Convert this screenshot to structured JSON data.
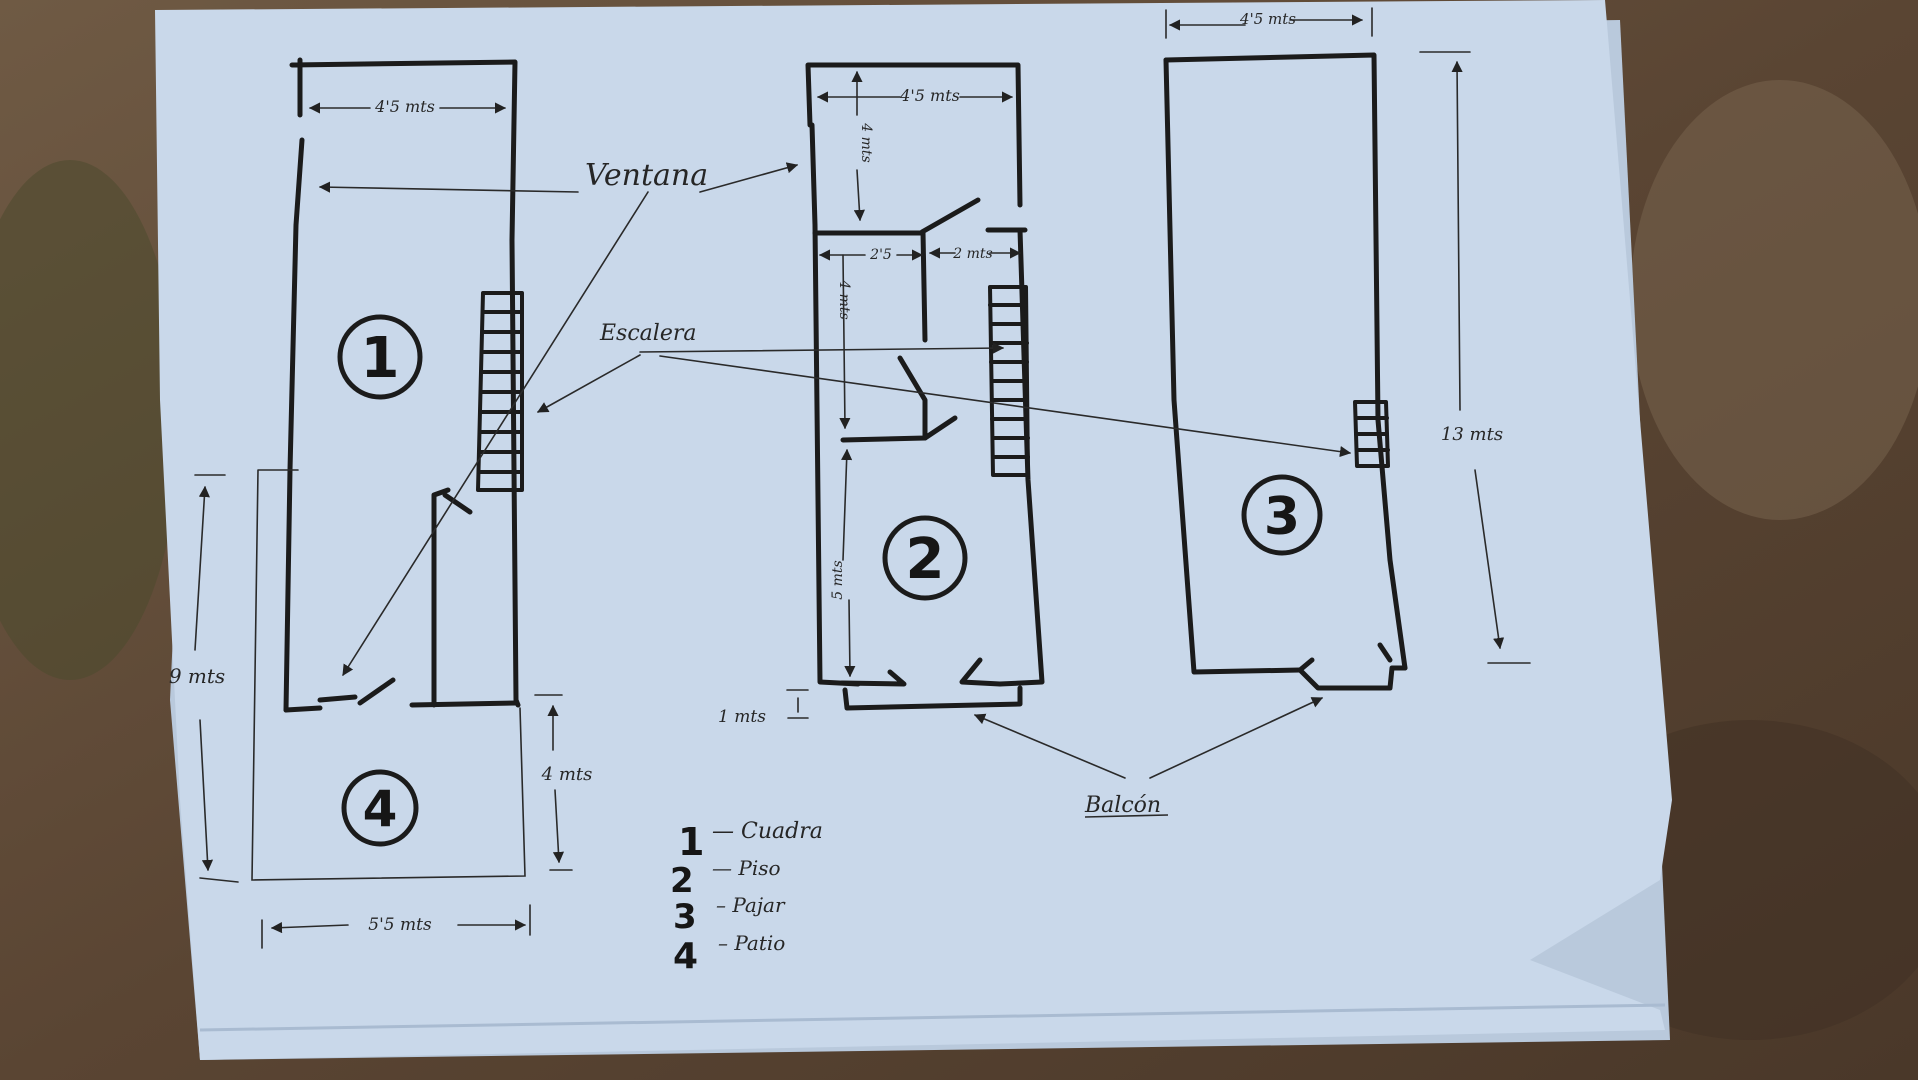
{
  "photo": {
    "background_color": "#5e4a38",
    "paper_color": "#c9d8ea",
    "ink_color": "#1b1b1b"
  },
  "labels": {
    "ventana": "Ventana",
    "escalera": "Escalera",
    "balcon": "Balcón"
  },
  "dimensions": {
    "plan1_width": "4'5 mts",
    "plan2_width": "4'5 mts",
    "plan2_top_height": "4 mts",
    "plan2_left_width": "2'5",
    "plan2_right_width": "2 mts",
    "plan2_mid_height": "4 mts",
    "plan2_bottom_height": "5 mts",
    "plan3_width": "4'5 mts",
    "plan3_height": "13 mts",
    "patio_height_left": "9 mts",
    "patio_height_right": "4 mts",
    "patio_width": "5'5 mts",
    "balcony_depth": "1 mts"
  },
  "rooms": [
    "1",
    "2",
    "3",
    "4"
  ],
  "legend": [
    {
      "number": "1",
      "name": "Cuadra"
    },
    {
      "number": "2",
      "name": "Piso"
    },
    {
      "number": "3",
      "name": "Pajar"
    },
    {
      "number": "4",
      "name": "Patio"
    }
  ]
}
